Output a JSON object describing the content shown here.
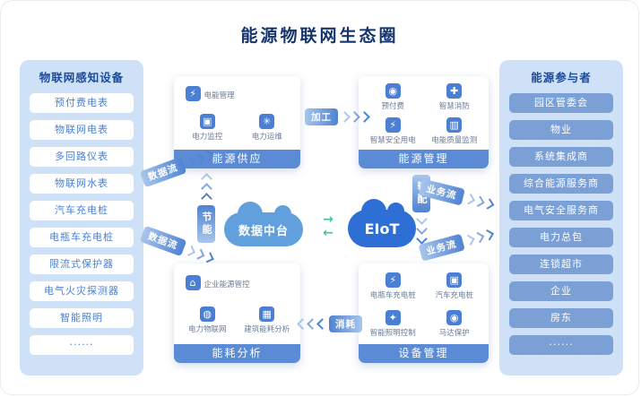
{
  "title": "能源物联网生态圈",
  "colors": {
    "panel_bg": "#cfe1f6",
    "primary_blue": "#4f83d2",
    "deep_blue": "#2e6fd6",
    "teal_accent": "#3fc3ac",
    "title_navy": "#15356e"
  },
  "left_panel": {
    "header": "物联网感知设备",
    "items": [
      "预付费电表",
      "物联网电表",
      "多回路仪表",
      "物联网水表",
      "汽车充电桩",
      "电瓶车充电桩",
      "限流式保护器",
      "电气火灾探测器",
      "智能照明",
      "······"
    ]
  },
  "right_panel": {
    "header": "能源参与者",
    "items": [
      "园区管委会",
      "物业",
      "系统集成商",
      "综合能源服务商",
      "电气安全服务商",
      "电力总包",
      "连锁超市",
      "企业",
      "房东",
      "······"
    ]
  },
  "boxes": {
    "supply": {
      "title": "能源供应",
      "items": [
        {
          "label": "电能管理",
          "glyph": "⚡"
        },
        {
          "label": "电力监控",
          "glyph": "▣"
        },
        {
          "label": "电力运维",
          "glyph": "✳"
        }
      ]
    },
    "management": {
      "title": "能源管理",
      "items": [
        {
          "label": "预付费",
          "glyph": "◉"
        },
        {
          "label": "智慧消防",
          "glyph": "✚"
        },
        {
          "label": "智慧安全用电",
          "glyph": "⚡"
        },
        {
          "label": "电能质量监测",
          "glyph": "▥"
        }
      ]
    },
    "analysis": {
      "title": "能耗分析",
      "items": [
        {
          "label": "企业能源管控",
          "glyph": "⌂"
        },
        {
          "label": "电力物联网",
          "glyph": "◍"
        },
        {
          "label": "建筑能耗分析",
          "glyph": "▦"
        }
      ]
    },
    "device": {
      "title": "设备管理",
      "items": [
        {
          "label": "电瓶车充电桩",
          "glyph": "⚡"
        },
        {
          "label": "汽车充电桩",
          "glyph": "▣"
        },
        {
          "label": "智能照明控制",
          "glyph": "✦"
        },
        {
          "label": "马达保护",
          "glyph": "◉"
        }
      ]
    }
  },
  "center": {
    "platform": "数据中台",
    "eiot": "EIoT",
    "swap_right": "→",
    "swap_left": "←"
  },
  "flows": {
    "data_flow_top": "数据流",
    "data_flow_bottom": "数据流",
    "saving": "节能",
    "processing": "加工",
    "transmission": "输配",
    "consumption": "消耗",
    "biz_flow_top": "业务流",
    "biz_flow_bottom": "业务流"
  }
}
